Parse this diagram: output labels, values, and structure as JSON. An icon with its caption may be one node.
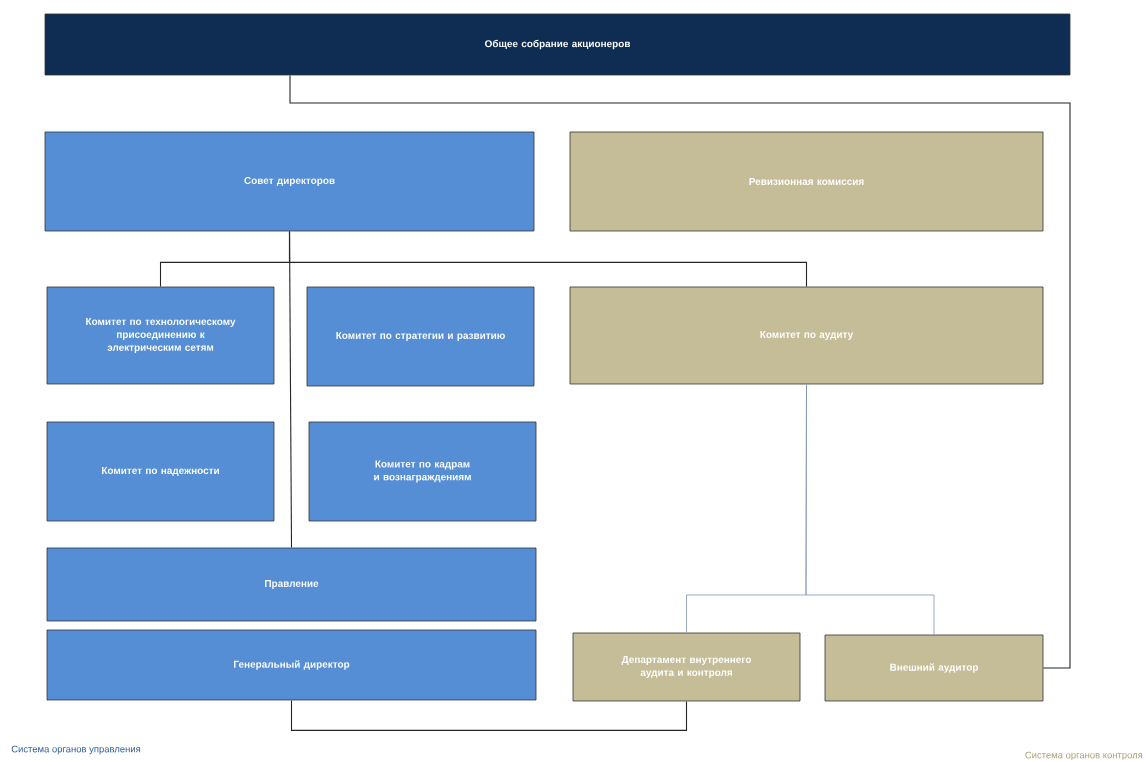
{
  "diagram": {
    "nodes": [
      {
        "text": [
          "Общее собрание акционеров"
        ]
      },
      {
        "text": [
          "Совет директоров"
        ]
      },
      {
        "text": [
          "Ревизионная комиссия"
        ]
      },
      {
        "text": [
          "Комитет по технологическому присоединению к электрическим сетям"
        ]
      },
      {
        "text": [
          "Комитет по стратегии и развитию"
        ]
      },
      {
        "text": [
          "Комитет по аудиту"
        ]
      },
      {
        "text": [
          "Комитет по надежности"
        ]
      },
      {
        "text": [
          "Комитет по кадрам и вознаграждениям"
        ]
      },
      {
        "text": [
          "Правление"
        ]
      },
      {
        "text": [
          "Генеральный директор"
        ]
      },
      {
        "text": [
          "Департамент внутреннего аудита и контроля"
        ]
      },
      {
        "text": [
          "Внешний аудитор"
        ]
      }
    ],
    "edges": [
      {
        "from": 1,
        "to": 8,
        "arrow": "none"
      },
      {
        "from": 1,
        "to": 3,
        "arrow": "none"
      },
      {
        "from": 1,
        "to": 5,
        "arrow": "none"
      },
      {
        "from": 0,
        "to": 11,
        "arrow": "none"
      },
      {
        "from": 5,
        "to": 10,
        "arrow": "none",
        "color": "#7f95b8"
      },
      {
        "from": 5,
        "to": 11,
        "arrow": "none",
        "color": "#7f95b8"
      },
      {
        "from": 9,
        "to": 10,
        "arrow": "none"
      }
    ],
    "labels": [
      "Система органов управления",
      "Система органов контроля"
    ]
  }
}
